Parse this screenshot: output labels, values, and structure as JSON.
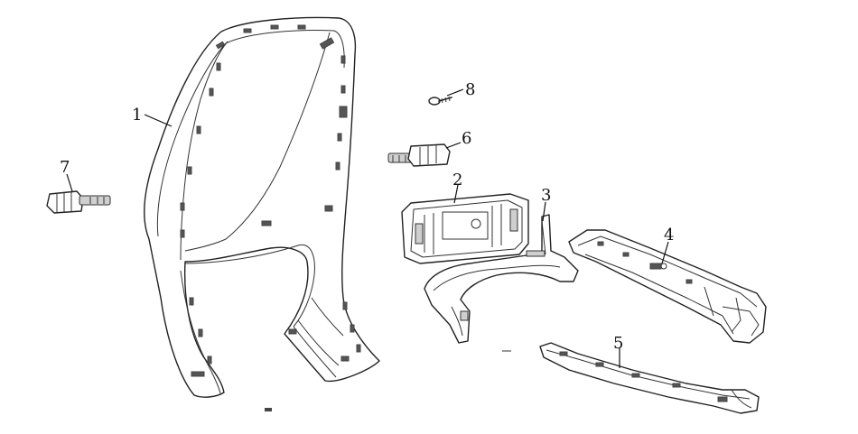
{
  "parts": [
    {
      "label": "1",
      "name": "front-inner-cover"
    },
    {
      "label": "2",
      "name": "storage-box"
    },
    {
      "label": "3",
      "name": "inner-bracket"
    },
    {
      "label": "4",
      "name": "upper-support-bracket"
    },
    {
      "label": "5",
      "name": "lower-support-bracket"
    },
    {
      "label": "6",
      "name": "clip-fastener-right"
    },
    {
      "label": "7",
      "name": "clip-fastener-left"
    },
    {
      "label": "8",
      "name": "screw"
    }
  ]
}
